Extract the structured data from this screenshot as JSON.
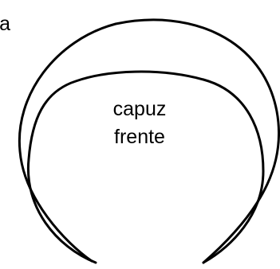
{
  "labels": {
    "corner": "a",
    "center_line1": "capuz",
    "center_line2": "frente"
  },
  "colors": {
    "stroke": "#000000",
    "background": "#ffffff"
  }
}
